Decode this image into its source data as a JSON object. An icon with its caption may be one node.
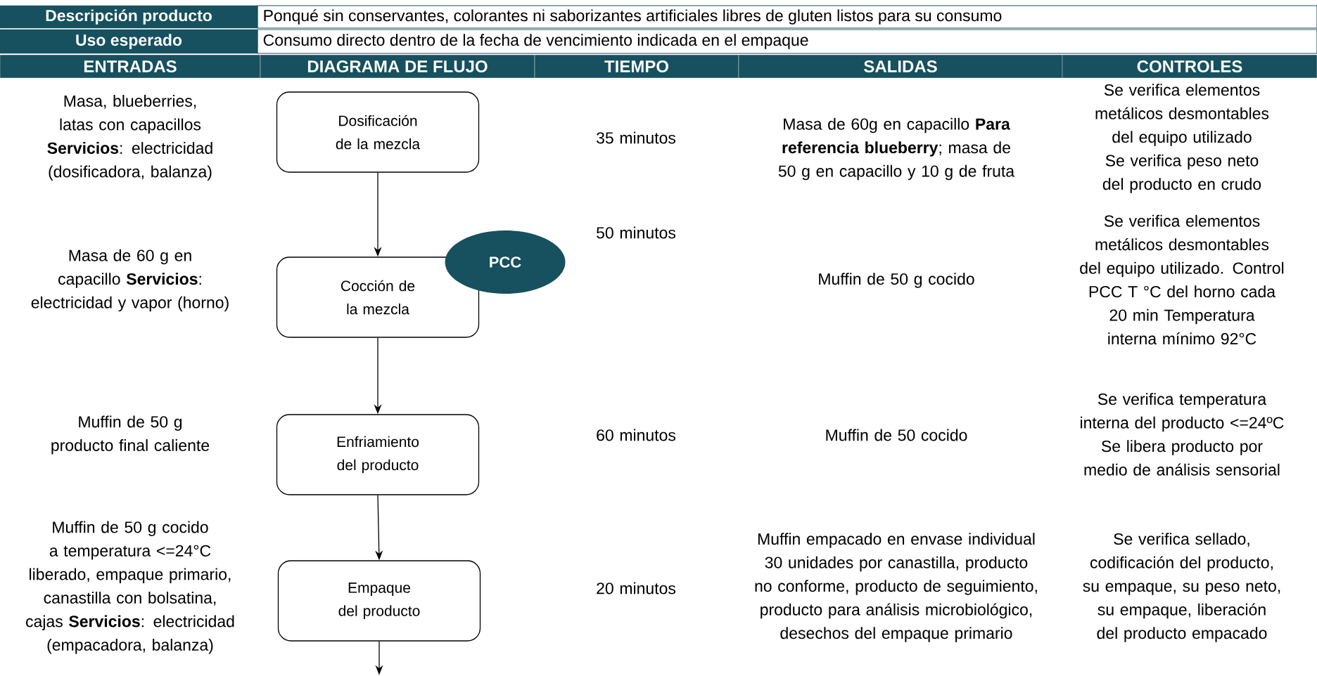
{
  "diagram": {
    "nodes": [
      {
        "text": [
          "Dosificación de la mezcla"
        ]
      },
      {
        "text": [
          "Cocción de la mezcla"
        ]
      },
      {
        "text": [
          "PCC"
        ]
      },
      {
        "text": [
          "Enfriamiento del producto"
        ]
      },
      {
        "text": [
          "Empaque del producto"
        ]
      }
    ],
    "edges": [
      {
        "from": 0,
        "to": 1,
        "arrow": "to"
      },
      {
        "from": 1,
        "to": 3,
        "arrow": "to"
      },
      {
        "from": 3,
        "to": 4,
        "arrow": "to"
      },
      {
        "from": 4,
        "to": null,
        "arrow": "to"
      }
    ],
    "labels": [
      "Descripción producto",
      "Ponqué sin conservantes, colorantes ni saborizantes artificiales libres de gluten listos para su consumo",
      "Uso esperado",
      "Consumo directo dentro de la fecha de vencimiento indicada en el empaque",
      "ENTRADAS",
      "DIAGRAMA DE FLUJO",
      "TIEMPO",
      "SALIDAS",
      "CONTROLES",
      "Masa, blueberries, latas con capacillos **Servicios**: electricidad (dosificadora, balanza)",
      "35 minutos",
      "Masa de 60g en capacillo **Para referencia blueberry**; masa de 50 g en capacillo y 10 g de fruta",
      "Se verifica elementos metálicos desmontables del equipo utilizado Se verifica peso neto del producto en crudo",
      "Masa de 60 g en capacillo **Servicios**: electricidad y vapor (horno)",
      "50 minutos",
      "Muffin de 50 g cocido",
      "Se verifica elementos metálicos desmontables del equipo utilizado. Control PCC T °C del horno cada 20 min Temperatura interna mínimo 92°C",
      "Muffin de 50 g producto final caliente",
      "60 minutos",
      "Muffin de 50 cocido",
      "Se verifica temperatura interna del producto <=24ºC Se libera producto por medio de análisis sensorial",
      "Muffin de 50 g cocido a temperatura <=24°C liberado, empaque primario, canastilla con bolsatina, cajas **Servicios**: electricidad (empacadora, balanza)",
      "20 minutos",
      "Muffin empacado en envase individual 30 unidades por canastilla, producto no conforme, producto de seguimiento, producto para análisis microbiológico, desechos del empaque primario",
      "Se verifica sellado, codificación del producto, su empaque, su peso neto, su empaque, liberación del producto empacado"
    ]
  }
}
